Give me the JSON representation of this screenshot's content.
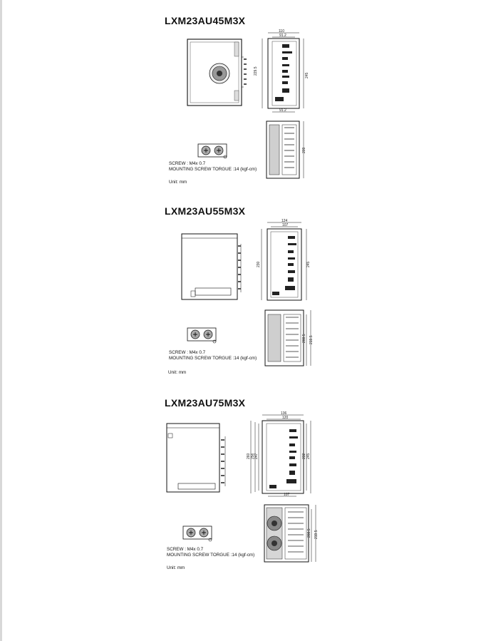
{
  "sections": [
    {
      "model": "LXM23AU45M3X",
      "screw": "SCREW : M4x 0.7",
      "torque": "MOUNTING SCREW TORGUE :14 (kgf-cm)",
      "unit": "Unit: mm",
      "dims": {
        "width_top": "110",
        "width_inner": "91.2",
        "height_left": "229.5",
        "height_right": "245",
        "width_bottom": "91.2",
        "depth": "209"
      }
    },
    {
      "model": "LXM23AU55M3X",
      "screw": "SCREW : M4x 0.7",
      "torque": "MOUNTING SCREW TORGUE :14 (kgf-cm)",
      "unit": "Unit: mm",
      "dims": {
        "width_top": "124",
        "width_inner": "107",
        "height_left": "230",
        "height_right": "245",
        "depth_inner": "208.5",
        "depth": "219.5"
      }
    },
    {
      "model": "LXM23AU75M3X",
      "screw": "SCREW : M4x 0.7",
      "torque": "MOUNTING SCREW TORGUE :14 (kgf-cm)",
      "unit": "Unit: mm",
      "dims": {
        "width_top": "136",
        "width_inner": "120",
        "height_a": "260",
        "height_b": "256",
        "height_c": "247",
        "height_d": "232",
        "height_e": "245",
        "width_bottom": "107",
        "depth_inner": "208.5",
        "depth": "219.5"
      }
    }
  ]
}
